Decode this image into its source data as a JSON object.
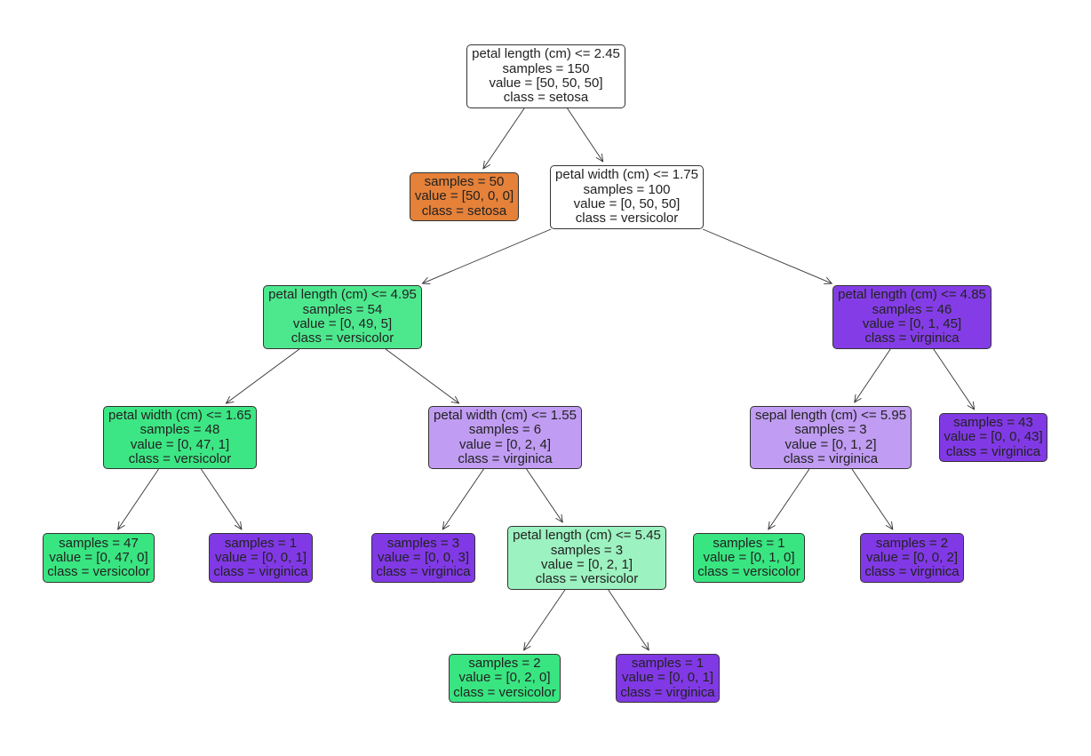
{
  "tree": {
    "colors": {
      "setosa": "#e58139",
      "versicolor": "#39e581",
      "virginica": "#8139e5"
    },
    "nodes": [
      {
        "id": 0,
        "lines": [
          "petal length (cm) <= 2.45",
          "samples = 150",
          "value = [50, 50, 50]",
          "class = setosa"
        ],
        "fill": "#ffffff",
        "parent": null
      },
      {
        "id": 1,
        "lines": [
          "samples = 50",
          "value = [50, 0, 0]",
          "class = setosa"
        ],
        "fill": "#e58139",
        "parent": 0
      },
      {
        "id": 2,
        "lines": [
          "petal width (cm) <= 1.75",
          "samples = 100",
          "value = [0, 50, 50]",
          "class = versicolor"
        ],
        "fill": "#ffffff",
        "parent": 0
      },
      {
        "id": 3,
        "lines": [
          "petal length (cm) <= 4.95",
          "samples = 54",
          "value = [0, 49, 5]",
          "class = versicolor"
        ],
        "fill": "#4de88e",
        "parent": 2
      },
      {
        "id": 4,
        "lines": [
          "petal length (cm) <= 4.85",
          "samples = 46",
          "value = [0, 1, 45]",
          "class = virginica"
        ],
        "fill": "#843de6",
        "parent": 2
      },
      {
        "id": 5,
        "lines": [
          "petal width (cm) <= 1.65",
          "samples = 48",
          "value = [0, 47, 1]",
          "class = versicolor"
        ],
        "fill": "#3de684",
        "parent": 3
      },
      {
        "id": 6,
        "lines": [
          "petal width (cm) <= 1.55",
          "samples = 6",
          "value = [0, 2, 4]",
          "class = virginica"
        ],
        "fill": "#c09cf2",
        "parent": 3
      },
      {
        "id": 7,
        "lines": [
          "sepal length (cm) <= 5.95",
          "samples = 3",
          "value = [0, 1, 2]",
          "class = virginica"
        ],
        "fill": "#c09cf2",
        "parent": 4
      },
      {
        "id": 8,
        "lines": [
          "samples = 43",
          "value = [0, 0, 43]",
          "class = virginica"
        ],
        "fill": "#8139e5",
        "parent": 4
      },
      {
        "id": 9,
        "lines": [
          "samples = 47",
          "value = [0, 47, 0]",
          "class = versicolor"
        ],
        "fill": "#39e581",
        "parent": 5
      },
      {
        "id": 10,
        "lines": [
          "samples = 1",
          "value = [0, 0, 1]",
          "class = virginica"
        ],
        "fill": "#8139e5",
        "parent": 5
      },
      {
        "id": 11,
        "lines": [
          "samples = 3",
          "value = [0, 0, 3]",
          "class = virginica"
        ],
        "fill": "#8139e5",
        "parent": 6
      },
      {
        "id": 12,
        "lines": [
          "petal length (cm) <= 5.45",
          "samples = 3",
          "value = [0, 2, 1]",
          "class = versicolor"
        ],
        "fill": "#9cf2c0",
        "parent": 6
      },
      {
        "id": 13,
        "lines": [
          "samples = 1",
          "value = [0, 1, 0]",
          "class = versicolor"
        ],
        "fill": "#39e581",
        "parent": 7
      },
      {
        "id": 14,
        "lines": [
          "samples = 2",
          "value = [0, 0, 2]",
          "class = virginica"
        ],
        "fill": "#8139e5",
        "parent": 7
      },
      {
        "id": 15,
        "lines": [
          "samples = 2",
          "value = [0, 2, 0]",
          "class = versicolor"
        ],
        "fill": "#39e581",
        "parent": 12
      },
      {
        "id": 16,
        "lines": [
          "samples = 1",
          "value = [0, 0, 1]",
          "class = virginica"
        ],
        "fill": "#8139e5",
        "parent": 12
      }
    ]
  }
}
